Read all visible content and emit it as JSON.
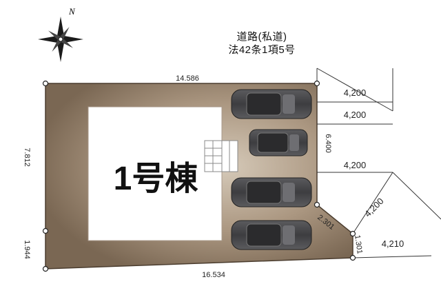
{
  "compass": {
    "north_label": "N",
    "icon": "compass-rose-icon"
  },
  "road": {
    "name": "道路(私道)",
    "law": "法42条1項5号",
    "widths": [
      "4,200",
      "4,200",
      "4,200",
      "4,200",
      "4,210"
    ]
  },
  "lot": {
    "top_edge": "14.586",
    "bottom_edge": "16.534",
    "left_upper": "7.812",
    "left_lower": "1.944",
    "right_edge": "6.400",
    "corner_cut": "2.301",
    "right_lower": "1.301",
    "colors": {
      "lot_dark": "#7c6a58",
      "lot_light": "#cfc2b1",
      "building": "#ffffff",
      "car": "#4a4a4c"
    }
  },
  "building": {
    "label": "1号棟"
  },
  "parking": {
    "cars": 4,
    "icon": "car-icon"
  }
}
